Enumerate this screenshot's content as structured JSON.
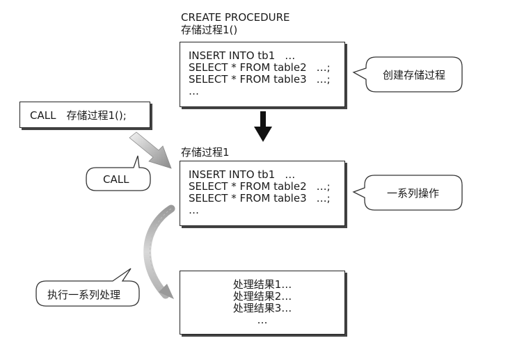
{
  "create_header": {
    "line1": "CREATE PROCEDURE",
    "line2": "存储过程1()"
  },
  "create_box": {
    "lines": [
      {
        "text": "INSERT INTO tb1",
        "suffix": "…"
      },
      {
        "text": "SELECT * FROM table2",
        "suffix": "…;"
      },
      {
        "text": "SELECT * FROM table3",
        "suffix": "…;"
      },
      {
        "text": "…",
        "suffix": ""
      }
    ]
  },
  "bubble_create": "创建存储过程",
  "call_box": "CALL　存储过程1();",
  "bubble_call": "CALL",
  "proc_label": "存储过程1",
  "proc_box": {
    "lines": [
      {
        "text": "INSERT INTO tb1",
        "suffix": "…"
      },
      {
        "text": "SELECT * FROM table2",
        "suffix": "…;"
      },
      {
        "text": "SELECT * FROM table3",
        "suffix": "…;"
      },
      {
        "text": "…",
        "suffix": ""
      }
    ]
  },
  "bubble_ops": "一系列操作",
  "result_box": {
    "lines": [
      "处理结果1…",
      "处理结果2…",
      "处理结果3…",
      "…"
    ]
  },
  "bubble_exec": "执行一系列处理"
}
